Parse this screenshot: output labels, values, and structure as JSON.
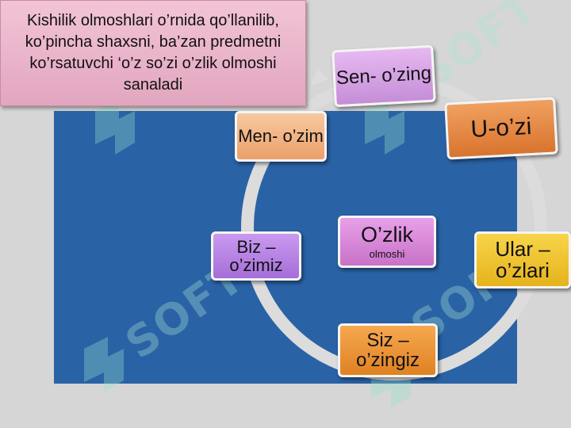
{
  "caption": "Kishilik olmoshlari o’rnida qo’llanilib, ko’pincha shaxsni, ba’zan predmetni ko’rsatuvchi ‘o’z so’zi o’zlik olmoshi sanaladi",
  "center": {
    "title": "O’zlik",
    "subtitle": "olmoshi"
  },
  "nodes": {
    "sen": "Sen- o’zing",
    "u": "U-o’zi",
    "ular": "Ular – o’zlari",
    "siz": "Siz – o’zingiz",
    "biz": "Biz – o’zimiz",
    "men": "Men- o’zim"
  },
  "watermark": "SOFT",
  "colors": {
    "panel": "#2a62a6",
    "caption_bg": "#e2a6bf",
    "ring": "#dcdcdc"
  }
}
